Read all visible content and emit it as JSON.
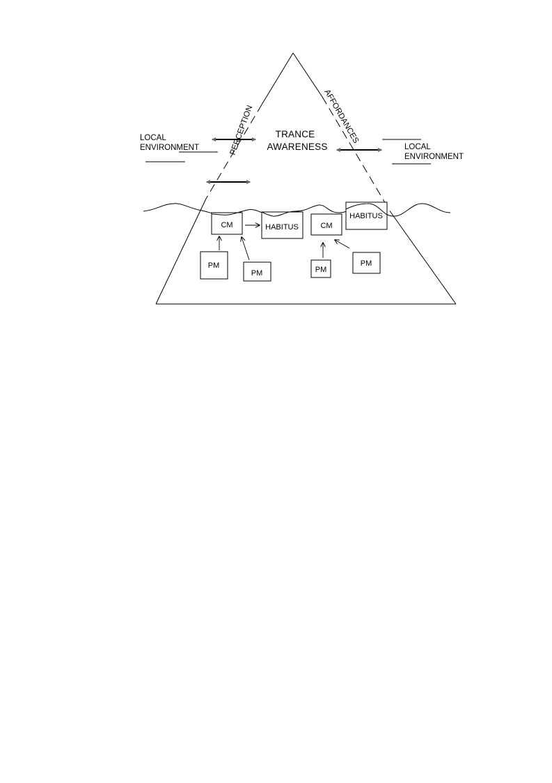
{
  "diagram": {
    "center_label_line1": "TRANCE",
    "center_label_line2": "AWARENESS",
    "left_edge_label": "PERCEPTION",
    "right_edge_label": "AFFORDANCES",
    "left_env_line1": "LOCAL",
    "left_env_line2": "ENVIRONMENT",
    "right_env_line1": "LOCAL",
    "right_env_line2": "ENVIRONMENT",
    "boxes": {
      "cm_left": "CM",
      "habitus_left": "HABITUS",
      "cm_right": "CM",
      "habitus_right": "HABITUS",
      "pm_1": "PM",
      "pm_2": "PM",
      "pm_3": "PM",
      "pm_4": "PM"
    },
    "colors": {
      "line": "#000000",
      "arrow_gray": "#6b6b6b"
    }
  }
}
